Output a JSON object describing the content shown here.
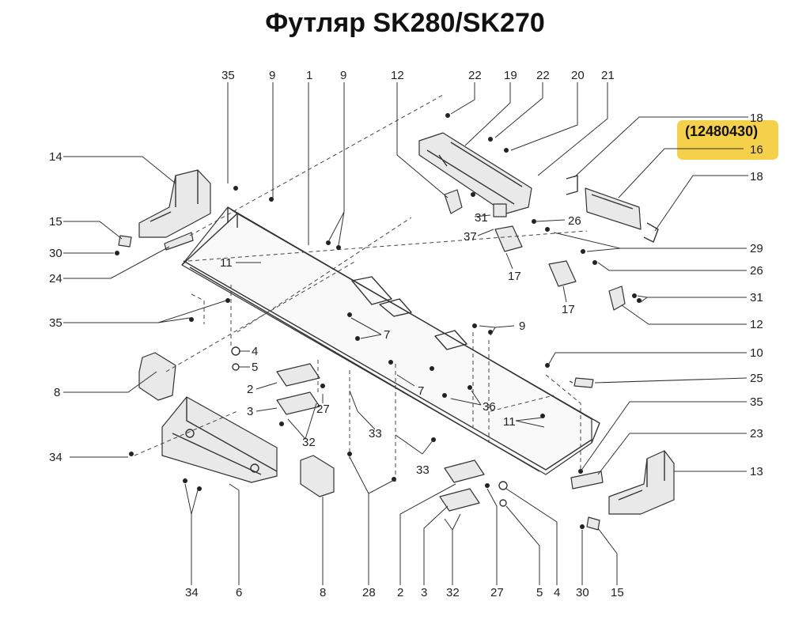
{
  "title": "Футляр SK280/SK270",
  "highlight": {
    "part_number": "(12480430)",
    "color": "#f5d04a"
  },
  "callouts": {
    "c35_top": "35",
    "c9_a": "9",
    "c1": "1",
    "c9_b": "9",
    "c12_top": "12",
    "c22_a": "22",
    "c19": "19",
    "c22_b": "22",
    "c20": "20",
    "c21": "21",
    "c18_top": "18",
    "c16": "16",
    "c18_right": "18",
    "c14": "14",
    "c15_left": "15",
    "c30_left": "30",
    "c24": "24",
    "c11_a": "11",
    "c35_left": "35",
    "c4_a": "4",
    "c5_a": "5",
    "c8_left": "8",
    "c2_a": "2",
    "c3_a": "3",
    "c27_a": "27",
    "c32_a": "32",
    "c33_a": "33",
    "c7_a": "7",
    "c7_b": "7",
    "c36": "36",
    "c11_b": "11",
    "c31_a": "31",
    "c37": "37",
    "c26_a": "26",
    "c17_a": "17",
    "c29": "29",
    "c17_b": "17",
    "c26_b": "26",
    "c31_b": "31",
    "c12_right": "12",
    "c9_c": "9",
    "c10": "10",
    "c25": "25",
    "c35_right": "35",
    "c23": "23",
    "c13": "13",
    "c34_left": "34",
    "c33_b": "33",
    "b34": "34",
    "b6": "6",
    "b8": "8",
    "b28": "28",
    "b2": "2",
    "b3": "3",
    "b32": "32",
    "b27": "27",
    "b5": "5",
    "b4": "4",
    "b30": "30",
    "b15": "15"
  }
}
